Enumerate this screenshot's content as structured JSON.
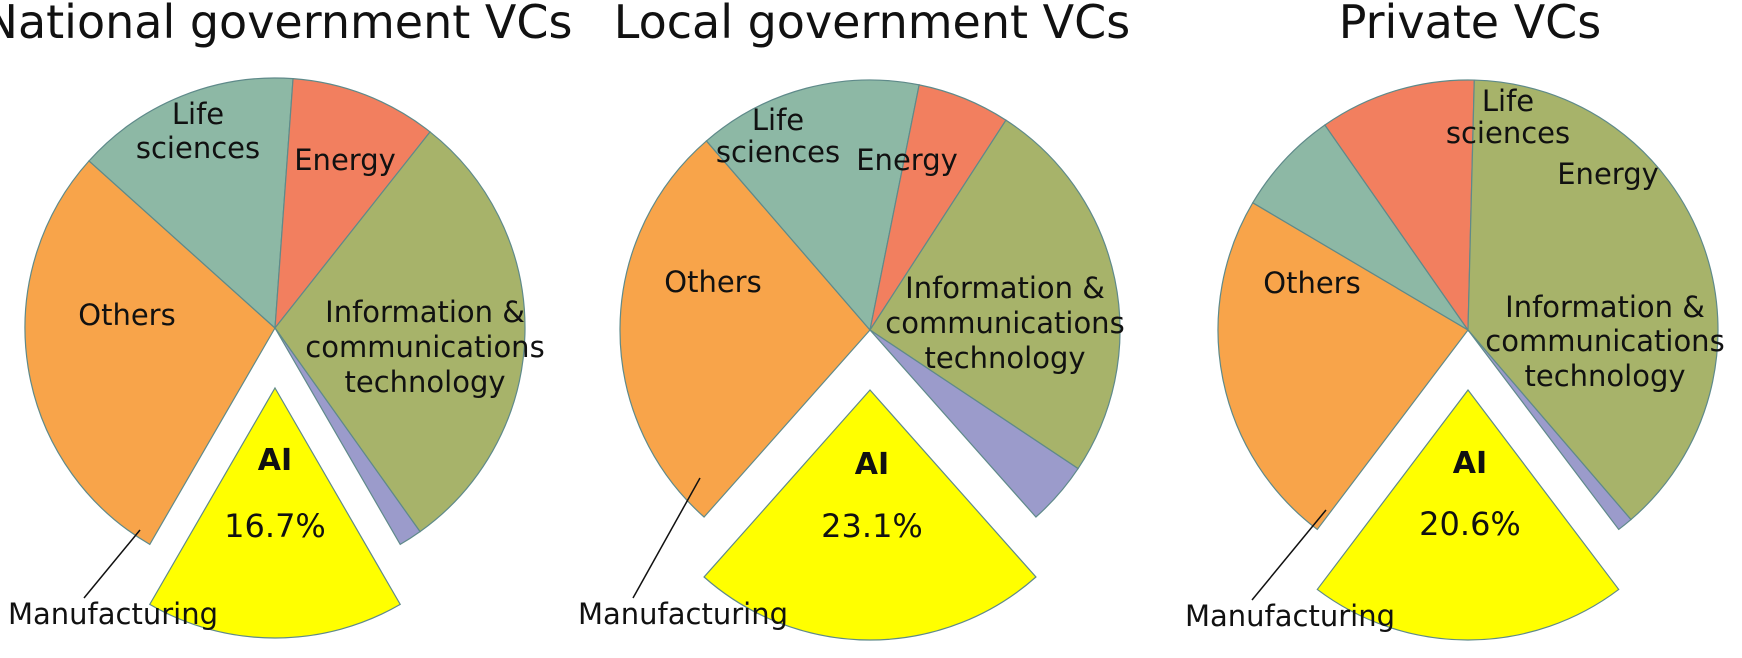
{
  "chart_data": [
    {
      "type": "pie",
      "title": "National government VCs",
      "slices": [
        {
          "label": "AI",
          "value": 16.7,
          "value_label": "16.7%",
          "exploded": true,
          "color": "#ffff00"
        },
        {
          "label": "Information & communications technology",
          "value": 28.3,
          "color": "#f8a44a"
        },
        {
          "label": "Energy",
          "value": 14.5,
          "color": "#8db8a5"
        },
        {
          "label": "Life sciences",
          "value": 9.5,
          "color": "#f27f5f"
        },
        {
          "label": "Others",
          "value": 29.5,
          "color": "#a7b36a"
        },
        {
          "label": "Manufacturing",
          "value": 1.5,
          "color": "#9b9bcb"
        }
      ]
    },
    {
      "type": "pie",
      "title": "Local government VCs",
      "slices": [
        {
          "label": "AI",
          "value": 23.1,
          "value_label": "23.1%",
          "exploded": true,
          "color": "#ffff00"
        },
        {
          "label": "Information & communications technology",
          "value": 27.1,
          "color": "#f8a44a"
        },
        {
          "label": "Energy",
          "value": 14.5,
          "color": "#8db8a5"
        },
        {
          "label": "Life sciences",
          "value": 6.0,
          "color": "#f27f5f"
        },
        {
          "label": "Others",
          "value": 25.2,
          "color": "#a7b36a"
        },
        {
          "label": "Manufacturing",
          "value": 4.1,
          "color": "#9b9bcb"
        }
      ]
    },
    {
      "type": "pie",
      "title": "Private VCs",
      "slices": [
        {
          "label": "AI",
          "value": 20.6,
          "value_label": "20.6%",
          "exploded": true,
          "color": "#ffff00"
        },
        {
          "label": "Information & communications technology",
          "value": 23.2,
          "color": "#f8a44a"
        },
        {
          "label": "Energy",
          "value": 6.8,
          "color": "#8db8a5"
        },
        {
          "label": "Life sciences",
          "value": 10.1,
          "color": "#f27f5f"
        },
        {
          "label": "Others",
          "value": 38.3,
          "color": "#a7b36a"
        },
        {
          "label": "Manufacturing",
          "value": 1.0,
          "color": "#9b9bcb"
        }
      ]
    }
  ]
}
